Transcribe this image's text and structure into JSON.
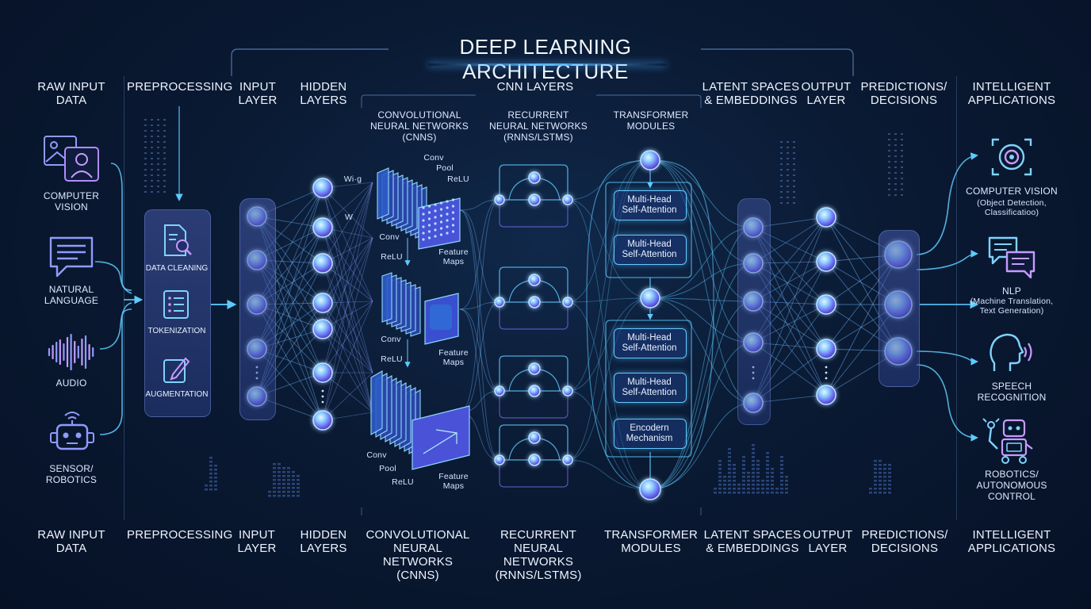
{
  "title": "DEEP LEARNING ARCHITECTURE",
  "header_labels": {
    "raw_input": "RAW INPUT\nDATA",
    "preprocessing": "PREPROCESSING",
    "input_layer": "INPUT\nLAYER",
    "hidden_layers": "HIDDEN\nLAYERS",
    "cnn_layers": "CNN LAYERS",
    "latent": "LATENT SPACES\n& EMBEDDINGS",
    "output_layer": "OUTPUT\nLAYER",
    "predictions": "PREDICTIONS/\nDECISIONS",
    "applications": "INTELLIGENT\nAPPLICATIONS"
  },
  "sub_headers": {
    "cnn": "CONVOLUTIONAL\nNEURAL NETWORKS\n(CNNs)",
    "rnn": "RECURRENT\nNEURAL NETWORKS\n(RNNs/LSTMs)",
    "transformer": "TRANSFORMER\nMODULES"
  },
  "footer_labels": {
    "raw_input": "RAW INPUT\nDATA",
    "preprocessing": "PREPROCESSING",
    "input_layer": "INPUT\nLAYER",
    "hidden_layers": "HIDDEN\nLAYERS",
    "cnn": "CONVOLUTIONAL\nNEURAL NETWORKS\n(CNNs)",
    "rnn": "RECURRENT\nNEURAL NETWORKS\n(RNNs/LSTMs)",
    "transformer": "TRANSFORMER\nMODULES",
    "latent": "LATENT SPACES\n& EMBEDDINGS",
    "output_layer": "OUTPUT\nLAYER",
    "predictions": "PREDICTIONS/\nDECISIONS",
    "applications": "INTELLIGENT\nAPPLICATIONS"
  },
  "inputs": [
    {
      "label": "COMPUTER\nVISION",
      "icon": "image-person-icon"
    },
    {
      "label": "NATURAL\nLANGUAGE",
      "icon": "text-document-icon"
    },
    {
      "label": "AUDIO",
      "icon": "waveform-icon"
    },
    {
      "label": "SENSOR/\nROBOTICS",
      "icon": "robot-icon"
    }
  ],
  "preprocessing_steps": [
    {
      "label": "DATA CLEANING",
      "icon": "document-search-icon"
    },
    {
      "label": "TOKENIZATION",
      "icon": "list-icon"
    },
    {
      "label": "AUGMENTATION",
      "icon": "edit-icon"
    }
  ],
  "weight_labels": {
    "w1": "Wi·g",
    "w2": "W"
  },
  "cnn_annotations": {
    "block1": {
      "conv": "Conv",
      "pool": "Pool",
      "relu": "ReLU",
      "conv2": "Conv",
      "relu2": "ReLU",
      "feature": "Feature\nMaps"
    },
    "block2": {
      "conv": "Conv",
      "relu": "ReLU",
      "feature": "Feature\nMaps"
    },
    "block3": {
      "conv": "Conv",
      "pool": "Pool",
      "relu": "ReLU",
      "feature": "Feature\nMaps"
    }
  },
  "transformer_boxes": [
    "Multi-Head\nSelf-Attention",
    "Multi-Head\nSelf-Attention",
    "Multi-Head\nSelf-Attention",
    "Multi-Head\nSelf-Attention",
    "Encodern\nMechanism"
  ],
  "applications": [
    {
      "title": "COMPUTER VISION",
      "detail": "(Object Detection,\nClassificatioo)",
      "icon": "camera-lens-icon"
    },
    {
      "title": "NLP",
      "detail": "(Machine Translation,\nText Generation)",
      "icon": "chat-bubbles-icon"
    },
    {
      "title": "SPEECH\nRECOGNITION",
      "detail": "",
      "icon": "head-speaking-icon"
    },
    {
      "title": "ROBOTICS/\nAUTONOMOUS\nCONTROL",
      "detail": "",
      "icon": "robot-arm-icon"
    }
  ],
  "colors": {
    "background": "#0a1a33",
    "accent_cyan": "#5ecbff",
    "accent_purple": "#8a6cff",
    "node_fill": "#7b8dff"
  }
}
